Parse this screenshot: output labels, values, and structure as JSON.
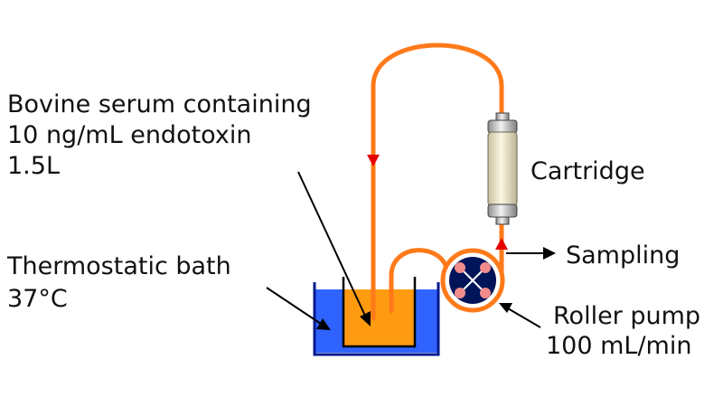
{
  "labels": {
    "serum": [
      "Bovine serum containing",
      "10 ng/mL endotoxin",
      "1.5L"
    ],
    "bath": [
      "Thermostatic bath",
      "37°C"
    ],
    "cartridge": "Cartridge",
    "sampling": "Sampling",
    "pump": [
      "Roller pump",
      "100 mL/min"
    ]
  },
  "colors": {
    "tube": "#ff7a1a",
    "serum": "#ff9b10",
    "bath_water": "#2f63ff",
    "bath_outline": "#001a8c",
    "pump_body": "#00145a",
    "pump_roller": "#f28c8c",
    "cartridge_body": "#f3ecd0",
    "flow_arrow": "#e60000"
  }
}
